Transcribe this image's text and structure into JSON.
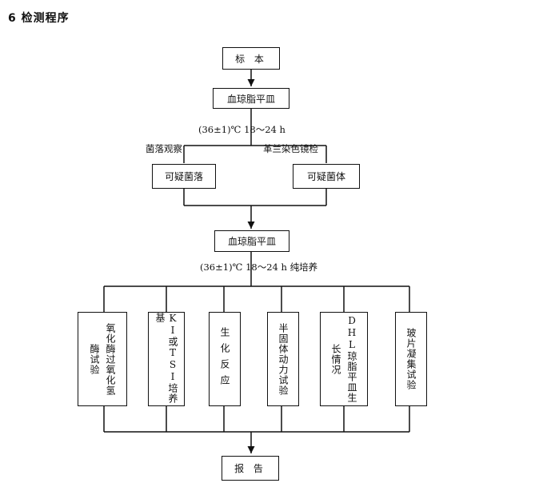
{
  "section": {
    "title": "6  检测程序"
  },
  "nodes": {
    "sample": "标 本",
    "plate1": "血琼脂平皿",
    "colony": "可疑菌落",
    "bacteria": "可疑菌体",
    "plate2": "血琼脂平皿",
    "report": "报 告"
  },
  "labels": {
    "cond1": "(36±1)℃  18～24 h",
    "colony_obs": "菌落观察",
    "gram_stain": "革兰染色镜检",
    "cond2": "(36±1)℃  18～24 h 纯培养"
  },
  "tests": [
    {
      "lines": [
        "氧化酶过氧化氢",
        "酶试验"
      ]
    },
    {
      "lines": [
        "KI或TSI培养基"
      ]
    },
    {
      "lines": [
        "生化反应"
      ]
    },
    {
      "lines": [
        "半固体动力试验"
      ]
    },
    {
      "lines": [
        "DHL琼脂平皿生",
        "长情况"
      ]
    },
    {
      "lines": [
        "玻片凝集试验"
      ]
    }
  ]
}
